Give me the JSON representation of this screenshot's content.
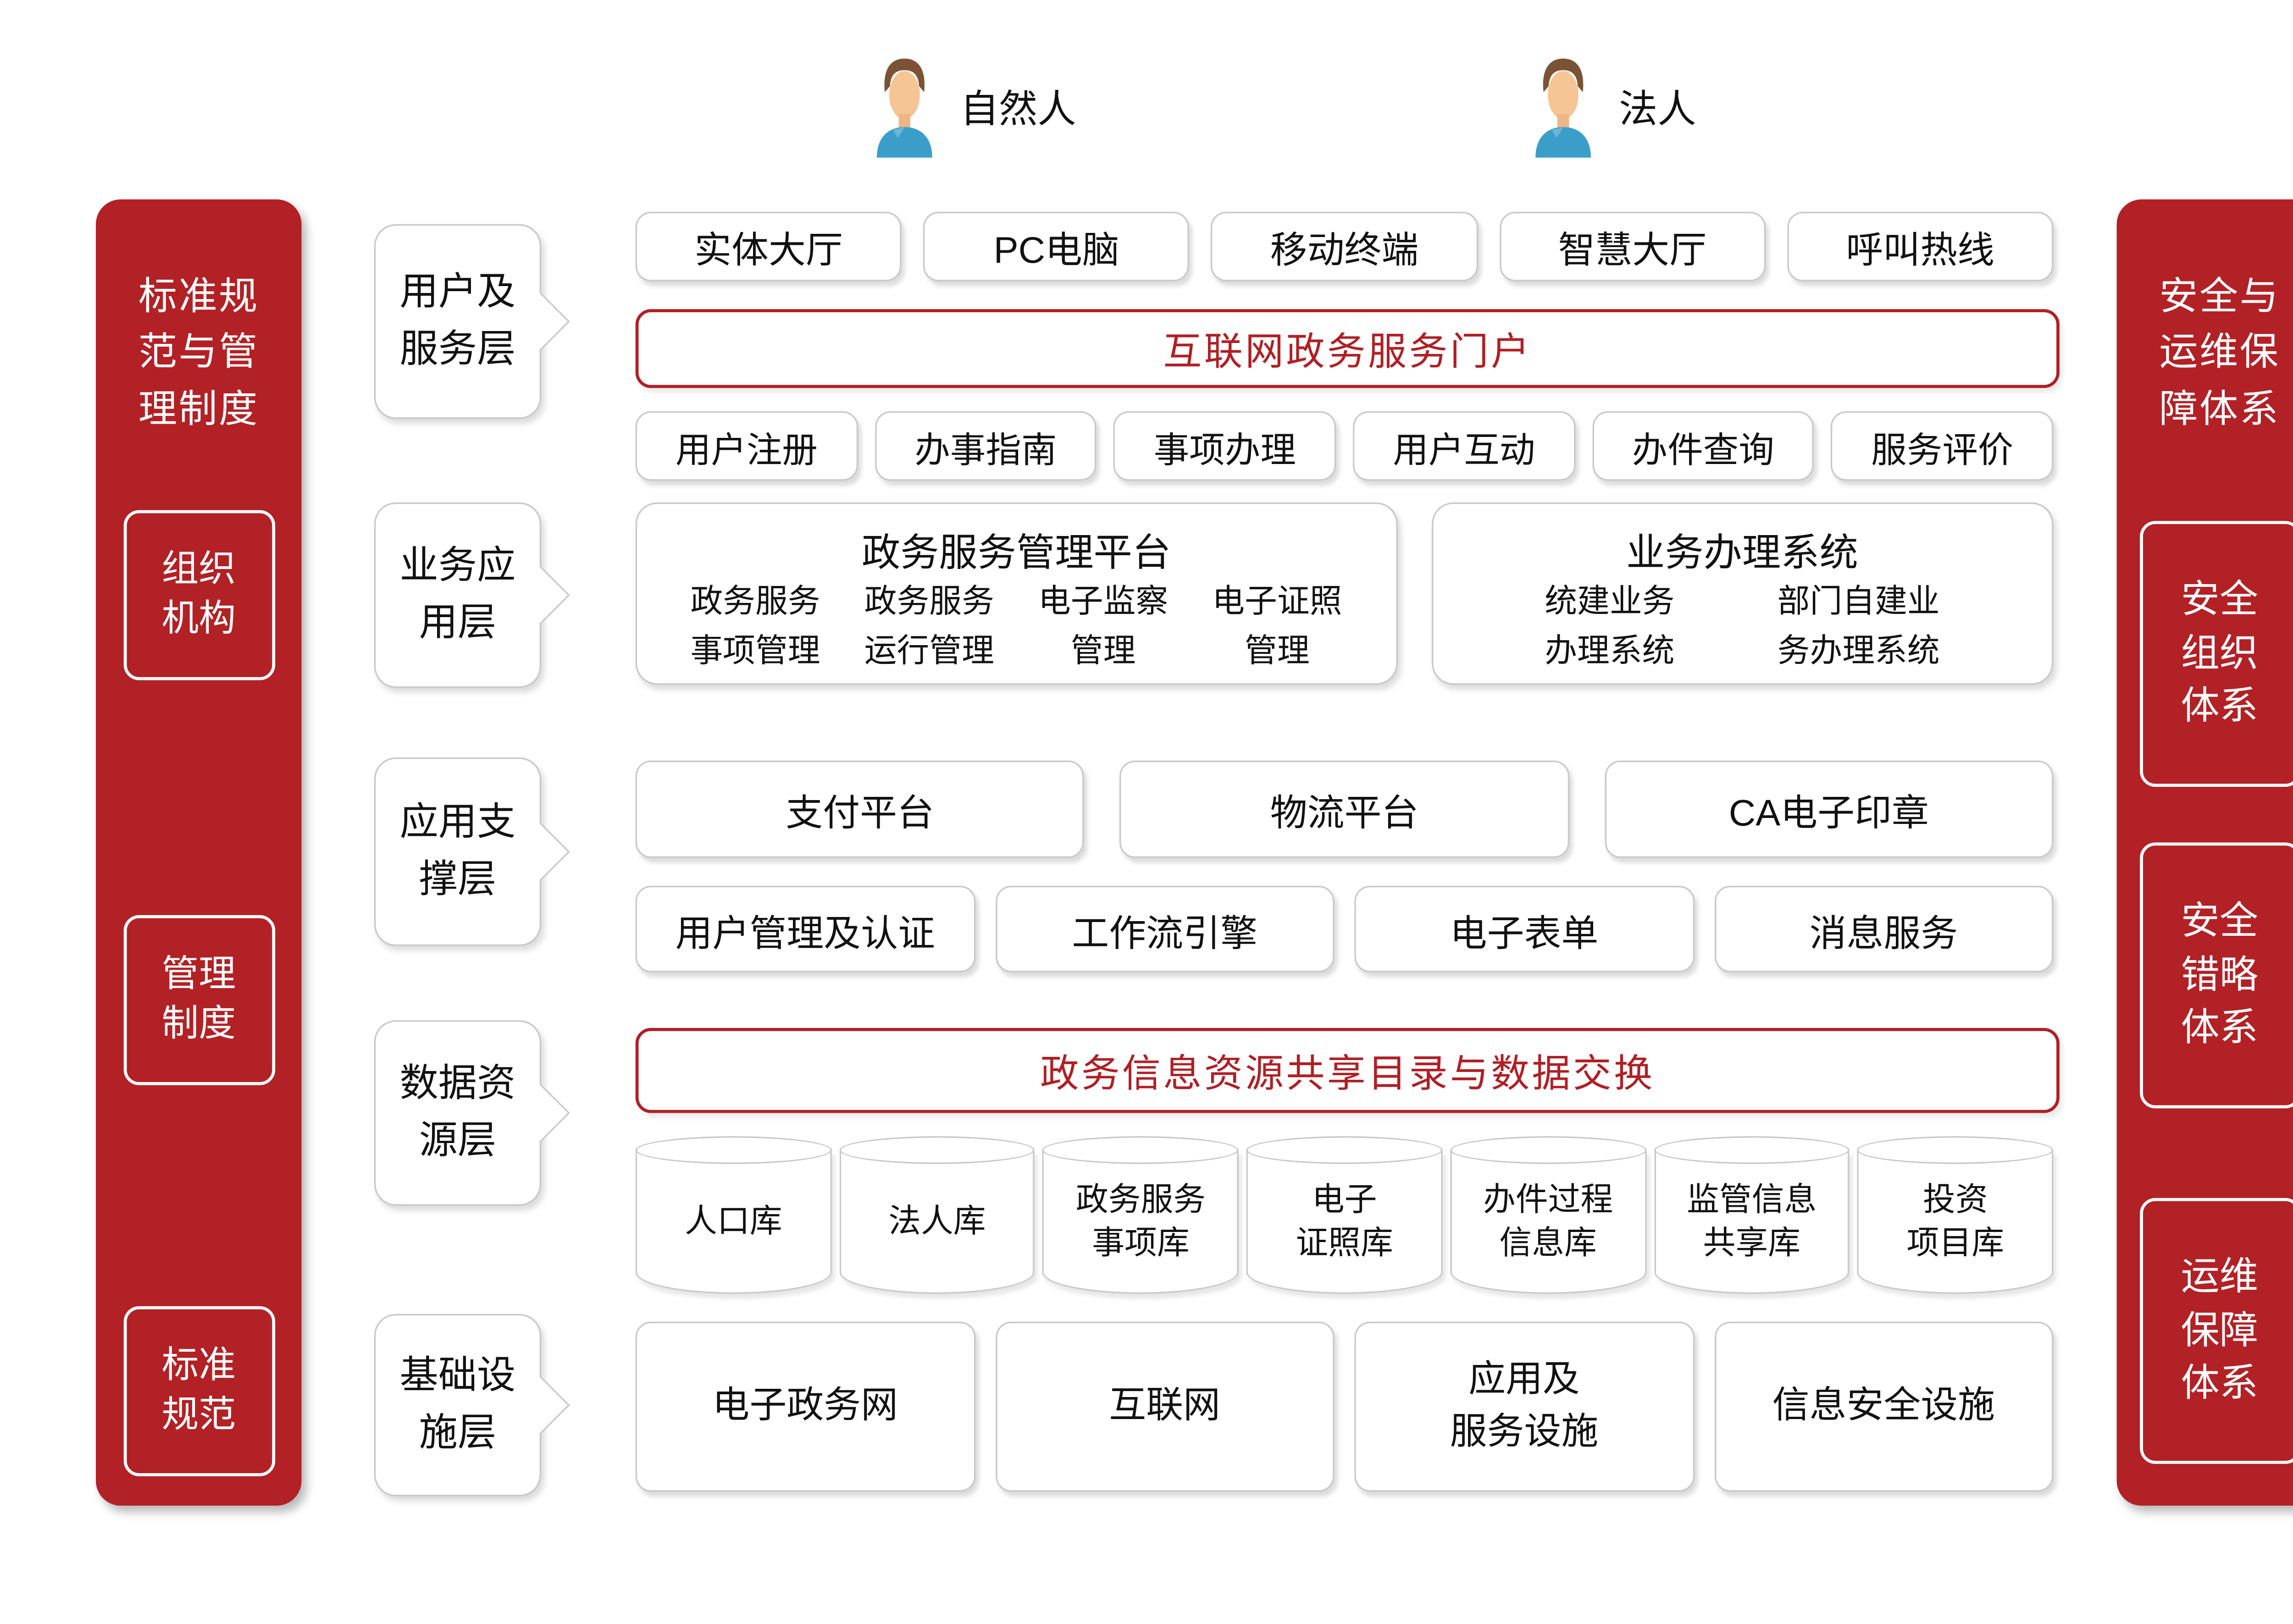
{
  "colors": {
    "sidebar_red": "#b22125",
    "accent_red": "#b01f24",
    "border_gray": "#c9c9c9",
    "text": "#111111"
  },
  "actors": [
    {
      "label": "自然人"
    },
    {
      "label": "法人"
    }
  ],
  "left_sidebar": {
    "title": "标准规\n范与管\n理制度",
    "items": [
      {
        "label": "组织\n机构"
      },
      {
        "label": "管理\n制度"
      },
      {
        "label": "标准\n规范"
      }
    ]
  },
  "right_sidebar": {
    "title": "安全与\n运维保\n障体系",
    "items": [
      {
        "label": "安全\n组织\n体系"
      },
      {
        "label": "安全\n错略\n体系"
      },
      {
        "label": "运维\n保障\n体系"
      }
    ]
  },
  "layers": [
    {
      "label": "用户及\n服务层",
      "channels": [
        "实体大厅",
        "PC电脑",
        "移动终端",
        "智慧大厅",
        "呼叫热线"
      ],
      "portal": "互联网政务服务门户",
      "functions": [
        "用户注册",
        "办事指南",
        "事项办理",
        "用户互动",
        "办件查询",
        "服务评价"
      ]
    },
    {
      "label": "业务应\n用层",
      "groups": [
        {
          "title": "政务服务管理平台",
          "items": [
            "政务服务\n事项管理",
            "政务服务\n运行管理",
            "电子监察\n管理",
            "电子证照\n管理"
          ]
        },
        {
          "title": "业务办理系统",
          "items": [
            "统建业务\n办理系统",
            "部门自建业\n务办理系统"
          ]
        }
      ]
    },
    {
      "label": "应用支\n撑层",
      "row1": [
        "支付平台",
        "物流平台",
        "CA电子印章"
      ],
      "row2": [
        "用户管理及认证",
        "工作流引擎",
        "电子表单",
        "消息服务"
      ]
    },
    {
      "label": "数据资\n源层",
      "exchange_bar": "政务信息资源共享目录与数据交换",
      "databases": [
        "人口库",
        "法人库",
        "政务服务\n事项库",
        "电子\n证照库",
        "办件过程\n信息库",
        "监管信息\n共享库",
        "投资\n项目库"
      ]
    },
    {
      "label": "基础设\n施层",
      "items": [
        "电子政务网",
        "互联网",
        "应用及\n服务设施",
        "信息安全设施"
      ]
    }
  ]
}
